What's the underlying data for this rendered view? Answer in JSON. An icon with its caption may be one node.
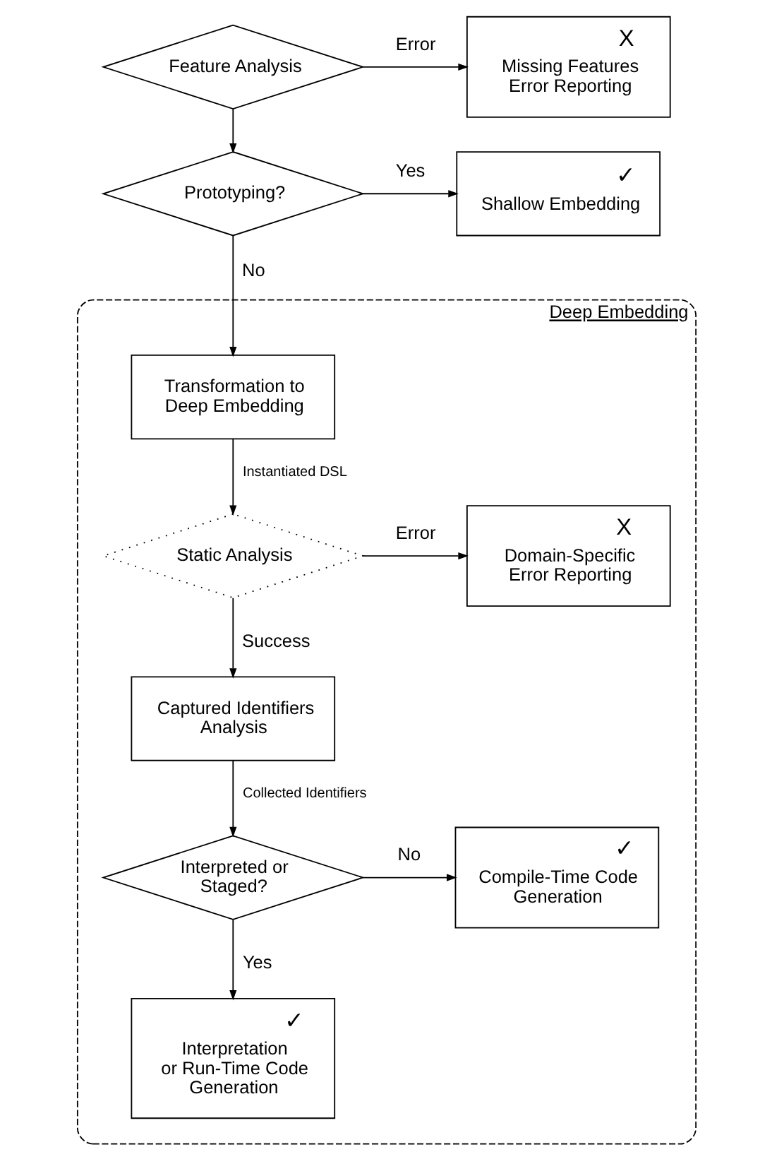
{
  "diagram": {
    "nodes": [
      {
        "text": [
          "Feature Analysis"
        ]
      },
      {
        "text": [
          "X",
          "Missing Features Error Reporting"
        ]
      },
      {
        "text": [
          "Prototyping?"
        ]
      },
      {
        "text": [
          "✓",
          "Shallow Embedding"
        ]
      },
      {
        "text": [
          "Deep Embedding"
        ]
      },
      {
        "text": [
          "Transformation to Deep Embedding"
        ],
        "in": 4
      },
      {
        "text": [
          "Static Analysis"
        ],
        "in": 4
      },
      {
        "text": [
          "X",
          "Domain-Specific Error Reporting"
        ],
        "in": 4
      },
      {
        "text": [
          "Captured Identifiers Analysis"
        ],
        "in": 4
      },
      {
        "text": [
          "Interpreted or Staged?"
        ],
        "in": 4
      },
      {
        "text": [
          "✓",
          "Compile-Time Code Generation"
        ],
        "in": 4
      },
      {
        "text": [
          "✓",
          "Interpretation or Run-Time Code Generation"
        ],
        "in": 4
      }
    ],
    "edges": [
      {
        "from": 0,
        "to": 1,
        "arrow": "to",
        "label": "Error"
      },
      {
        "from": 0,
        "to": 2,
        "arrow": "to"
      },
      {
        "from": 2,
        "to": 3,
        "arrow": "to",
        "label": "Yes"
      },
      {
        "from": 2,
        "to": 5,
        "arrow": "to",
        "label": "No"
      },
      {
        "from": 5,
        "to": 6,
        "arrow": "to",
        "label": "Instantiated DSL"
      },
      {
        "from": 6,
        "to": 7,
        "arrow": "to",
        "label": "Error"
      },
      {
        "from": 6,
        "to": 8,
        "arrow": "to",
        "label": "Success"
      },
      {
        "from": 8,
        "to": 9,
        "arrow": "to",
        "label": "Collected Identifiers"
      },
      {
        "from": 9,
        "to": 10,
        "arrow": "to",
        "label": "No"
      },
      {
        "from": 9,
        "to": 11,
        "arrow": "to",
        "label": "Yes"
      }
    ]
  }
}
